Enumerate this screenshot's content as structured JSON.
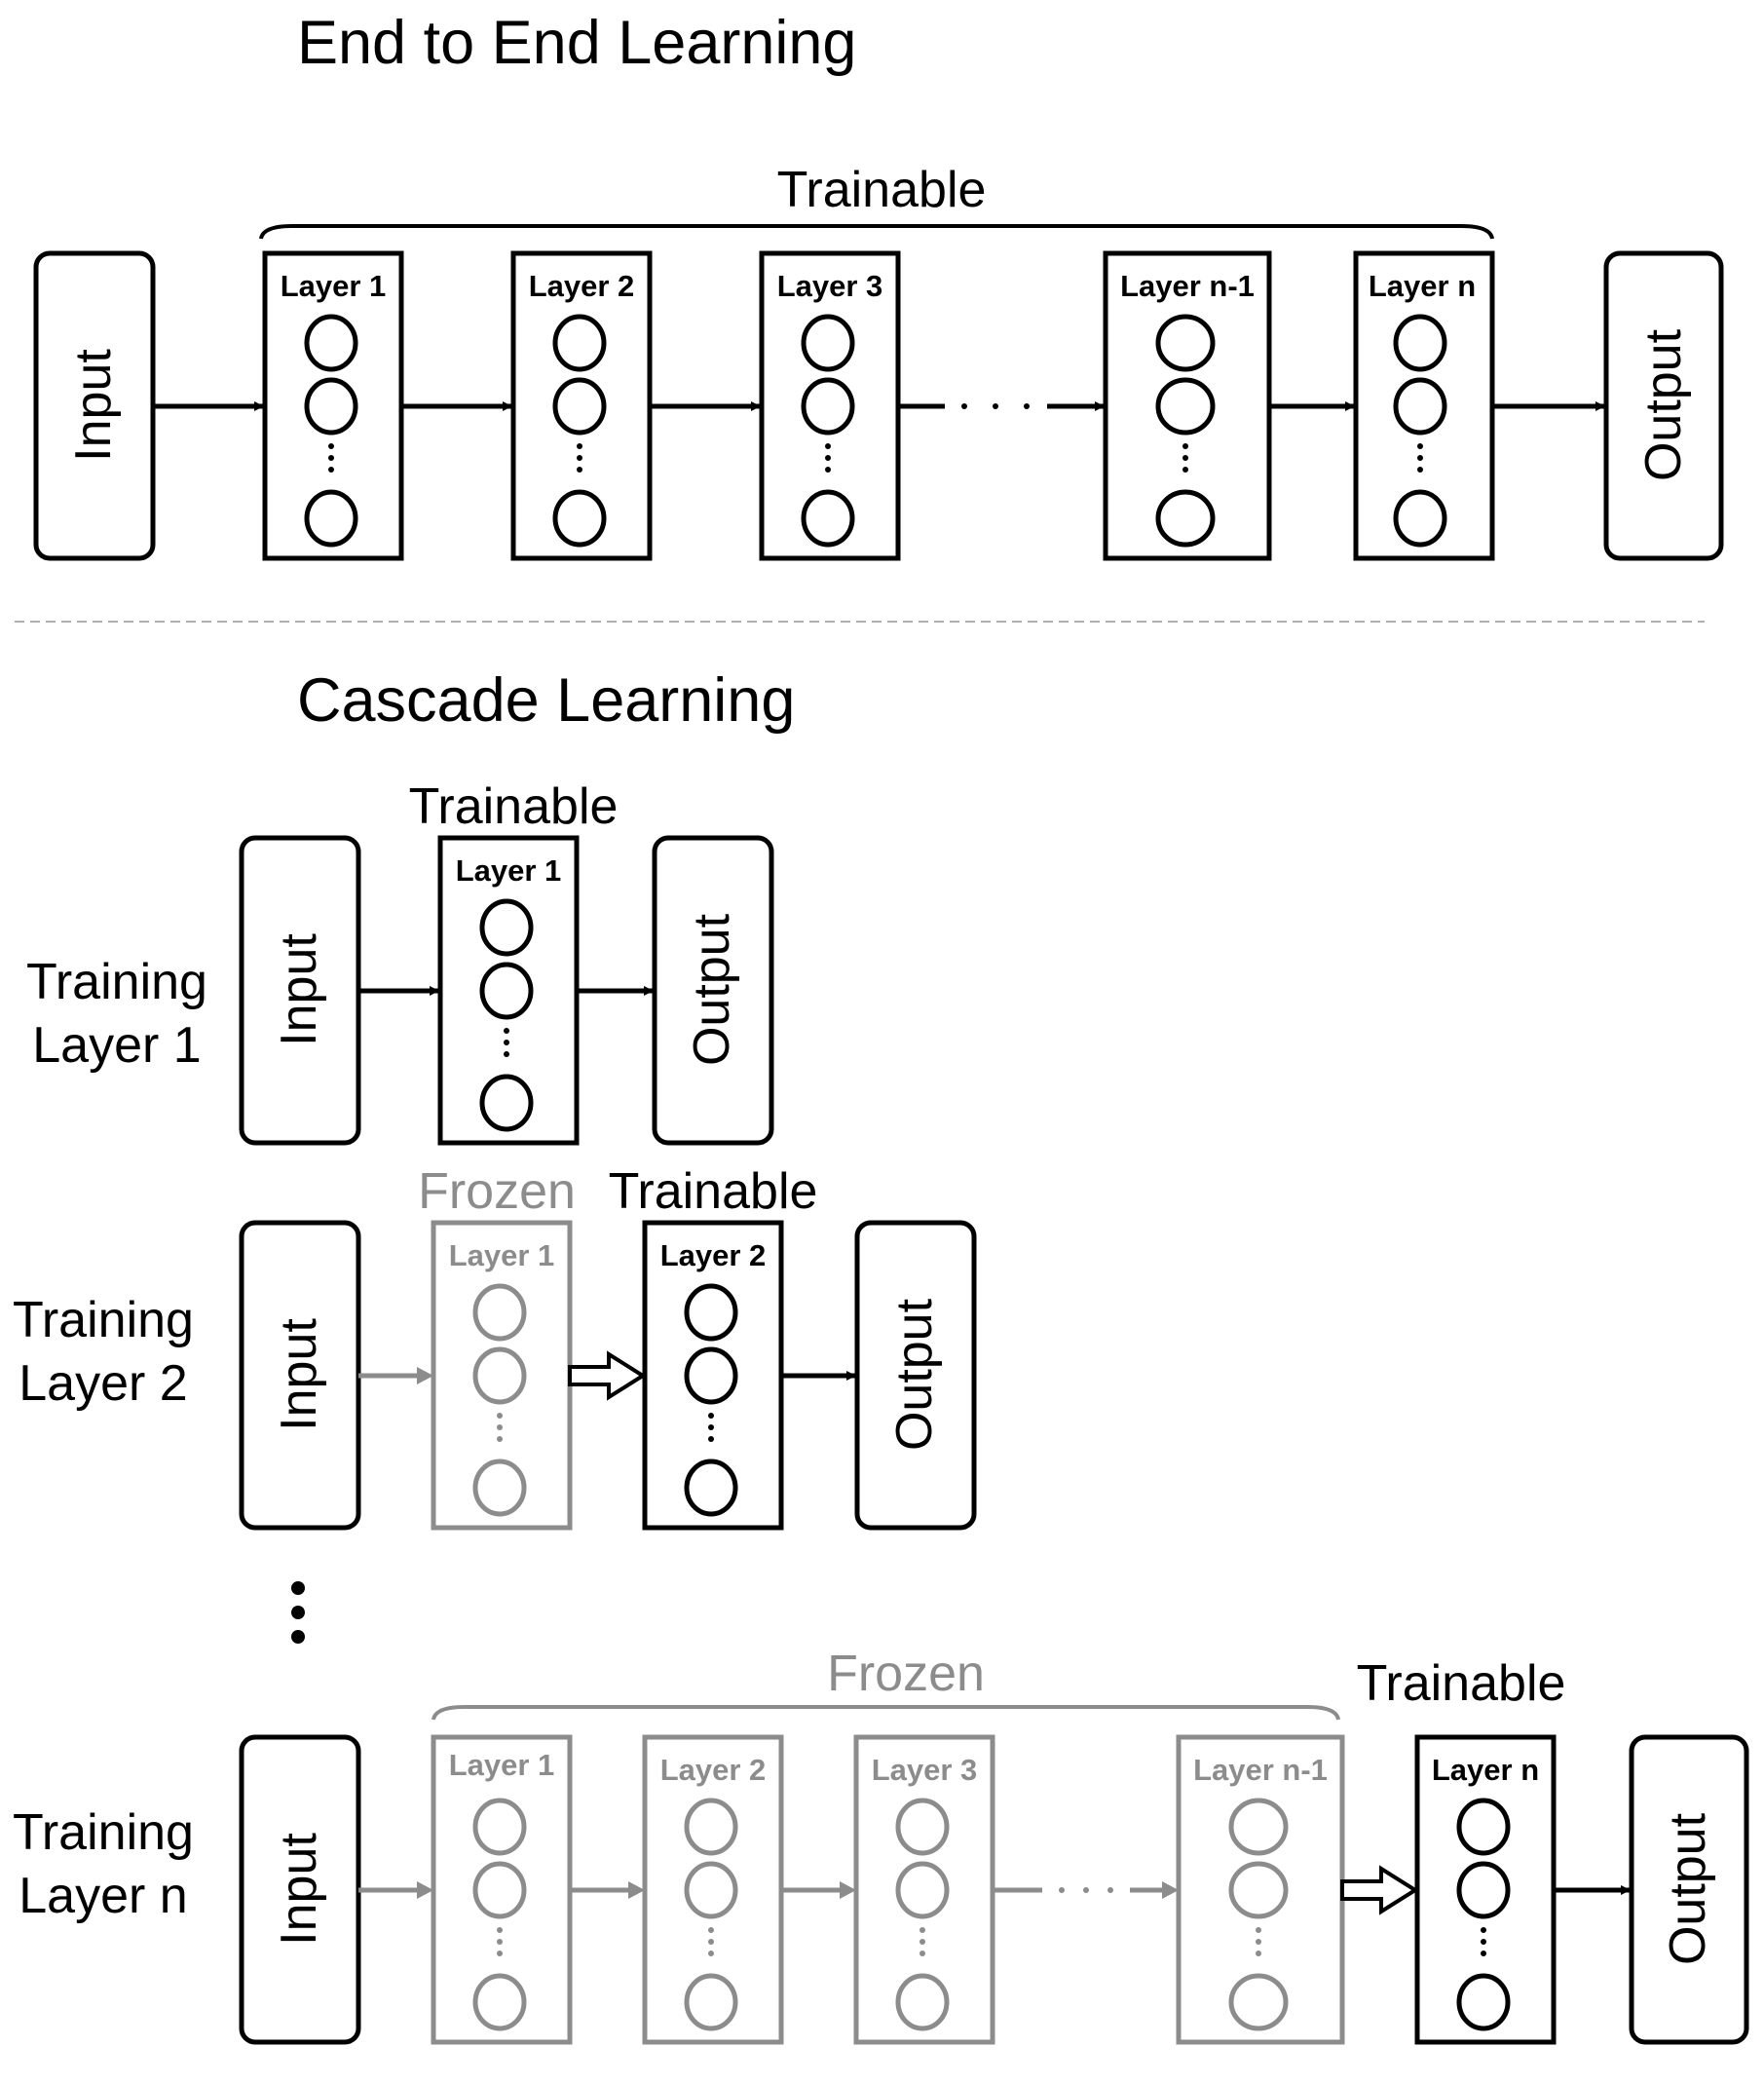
{
  "section_e2e": {
    "title": "End to End Learning",
    "trainable_label": "Trainable",
    "input_label": "Input",
    "output_label": "Output",
    "layers": [
      "Layer 1",
      "Layer 2",
      "Layer 3",
      "Layer n-1",
      "Layer n"
    ]
  },
  "section_cascade": {
    "title": "Cascade Learning",
    "row1": {
      "label_line1": "Training",
      "label_line2": "Layer 1",
      "trainable_label": "Trainable",
      "input_label": "Input",
      "output_label": "Output",
      "layers": [
        "Layer 1"
      ]
    },
    "row2": {
      "label_line1": "Training",
      "label_line2": "Layer 2",
      "frozen_label": "Frozen",
      "trainable_label": "Trainable",
      "input_label": "Input",
      "output_label": "Output",
      "layers": [
        "Layer 1",
        "Layer 2"
      ]
    },
    "row3": {
      "label_line1": "Training",
      "label_line2": "Layer n",
      "frozen_label": "Frozen",
      "trainable_label": "Trainable",
      "input_label": "Input",
      "output_label": "Output",
      "layers": [
        "Layer 1",
        "Layer 2",
        "Layer 3",
        "Layer n-1",
        "Layer n"
      ]
    }
  },
  "colors": {
    "trainable": "#000000",
    "frozen": "#8c8c8c",
    "divider": "#b0b0b0"
  }
}
